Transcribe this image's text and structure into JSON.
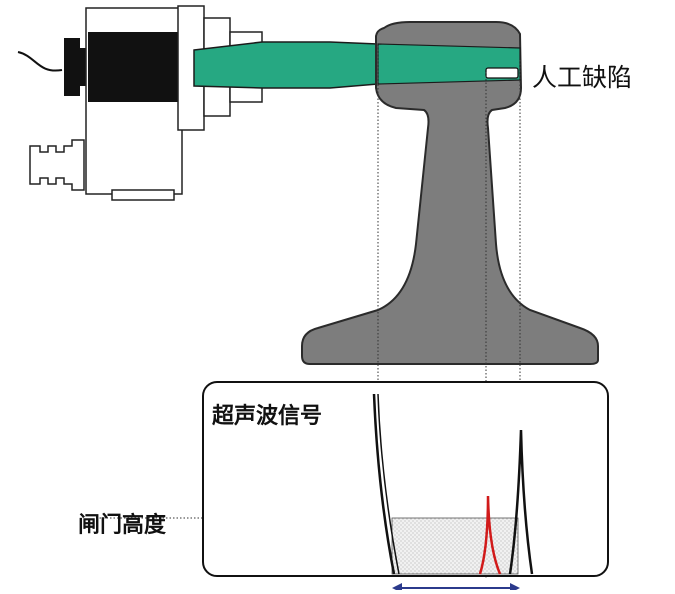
{
  "labels": {
    "defect": "人工缺陷",
    "signal": "超声波信号",
    "gate_height": "闸门高度"
  },
  "colors": {
    "beam": "#26a882",
    "rail_fill": "#7d7d7d",
    "rail_stroke": "#2b2b2b",
    "echo": "#111111",
    "defect_echo": "#d11a1a",
    "gate_fill": "#eeeeee",
    "arrow": "#2b3a8c"
  },
  "icons": {
    "probe": "ultrasonic-probe-icon",
    "connector": "threaded-connector-icon",
    "cable": "cable-icon"
  }
}
